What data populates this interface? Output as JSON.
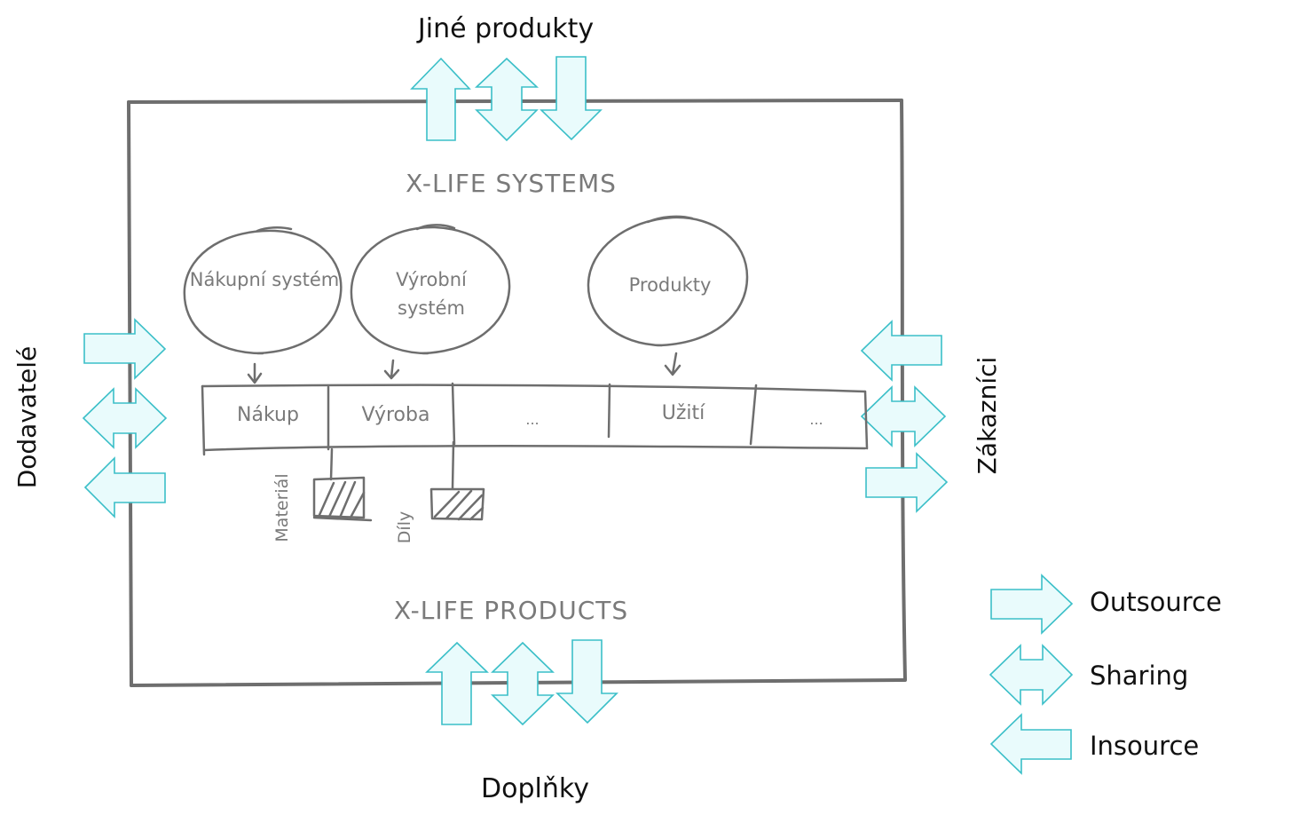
{
  "outer_labels": {
    "top": "Jiné produkty",
    "bottom": "Doplňky",
    "left": "Dodavatelé",
    "right": "Zákazníci"
  },
  "inner_labels": {
    "top": "X-LIFE SYSTEMS",
    "bottom": "X-LIFE PRODUCTS"
  },
  "systems": [
    {
      "label_lines": [
        "Nákupní systém"
      ]
    },
    {
      "label_lines": [
        "Výrobní",
        "systém"
      ]
    },
    {
      "label_lines": [
        "Produkty"
      ]
    }
  ],
  "process_steps": [
    "Nákup",
    "Výroba",
    "...",
    "Užití",
    "..."
  ],
  "materials": [
    {
      "label": "Materiál"
    },
    {
      "label": "Díly"
    }
  ],
  "legend": [
    {
      "type": "outsource",
      "label": "Outsource"
    },
    {
      "type": "sharing",
      "label": "Sharing"
    },
    {
      "type": "insource",
      "label": "Insource"
    }
  ],
  "colors": {
    "arrow_fill": "#e9fbfc",
    "arrow_stroke": "#3bbfc8",
    "line": "#6e6e6e",
    "inner_text": "#7a7a7a",
    "outer_text": "#111111"
  }
}
